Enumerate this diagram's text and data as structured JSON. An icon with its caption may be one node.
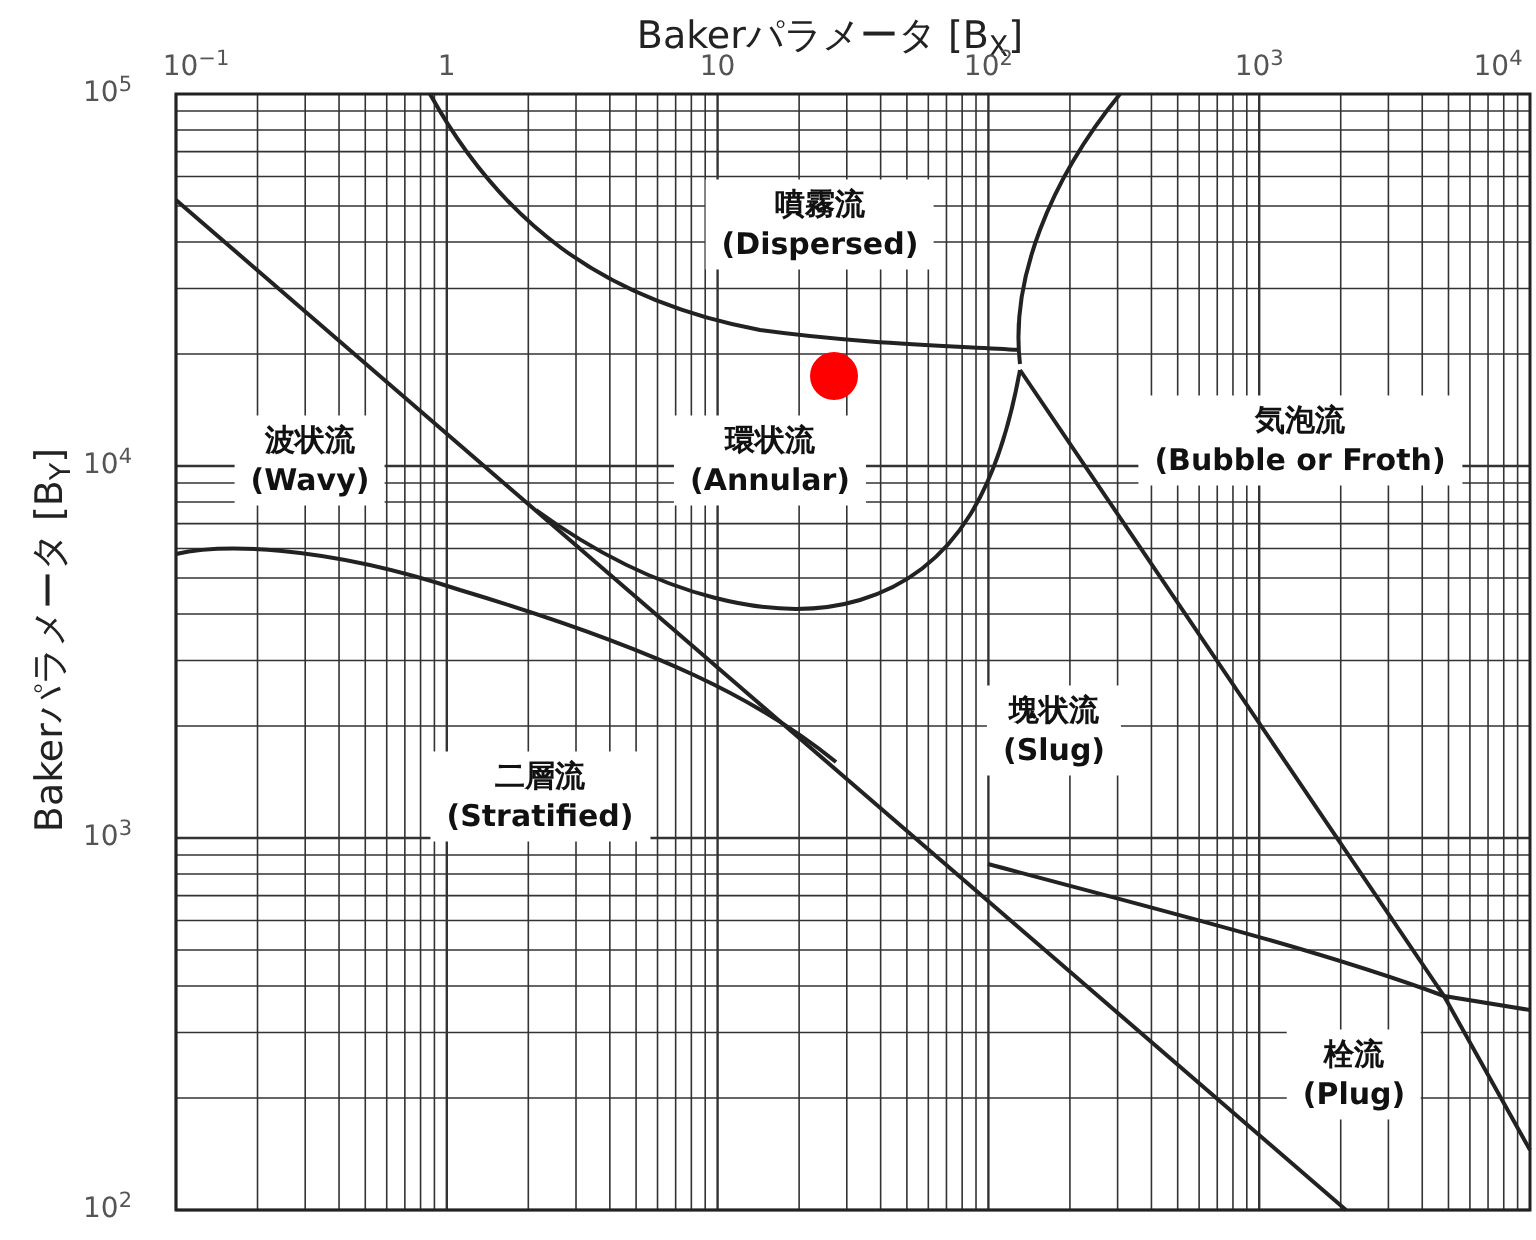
{
  "diagram": {
    "labels": [
      "Bakerパラメータ [B$_{X}$]",
      "10$^{−1}$",
      "1",
      "10",
      "10$^{2}$",
      "10$^{3}$",
      "10$^{4}$",
      "Bakerパラメータ [B$_{Y}$]",
      "10$^{5}$",
      "10$^{4}$",
      "10$^{3}$",
      "10$^{2}$",
      "噴霧流 (Dispersed)",
      "波状流 (Wavy)",
      "環状流 (Annular)",
      "気泡流 (Bubble or Froth)",
      "塊状流 (Slug)",
      "二層流 (Stratified)",
      "栓流 (Plug)"
    ]
  }
}
